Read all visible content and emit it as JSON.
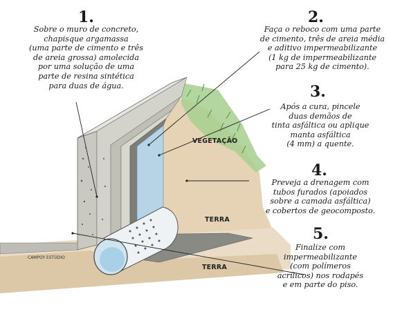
{
  "steps": [
    {
      "number": "1.",
      "text": "Sobre o muro de concreto,\nchapisque argamassa\n(uma parte de cimento e três\nde areia grossa) amolecida\npor uma solução de uma\nparte de resina sintética\npara duas de água."
    },
    {
      "number": "2.",
      "text": "Faça o reboco com uma parte\nde cimento, três de areia média\ne aditivo impermeabilizante\n(1 kg de impermeabilizante\npara 25 kg de cimento)."
    },
    {
      "number": "3.",
      "text": "Após a cura, pincele\nduas demãos de\ntinta asfáltica ou aplique\nmanta asfáltica\n(4 mm) a quente."
    },
    {
      "number": "4.",
      "text": "Preveja a drenagem com\ntubos furados (apoiados\nsobre a camada asfáltica)\ne cobertos de geocomposto."
    },
    {
      "number": "5.",
      "text": "Finalize com\nimpermeabilizante\n(com polímeros\nacrílicos) nos rodapés\ne em parte do piso."
    }
  ],
  "labels": {
    "vegetacao": "VEGETAÇÃO",
    "terra_upper": "TERRA",
    "terra_lower": "TERRA",
    "campoy": "CAMPOY ESTÚDIO"
  },
  "colors": {
    "concrete": "#d9d9d3",
    "plaster": "#c9c9c1",
    "asphalt": "#7c7c78",
    "membrane_blue": "#b9d6e6",
    "soil": "#e7d6bd",
    "vegetation": "#9fc98a",
    "pipe": "#eef2f4"
  }
}
